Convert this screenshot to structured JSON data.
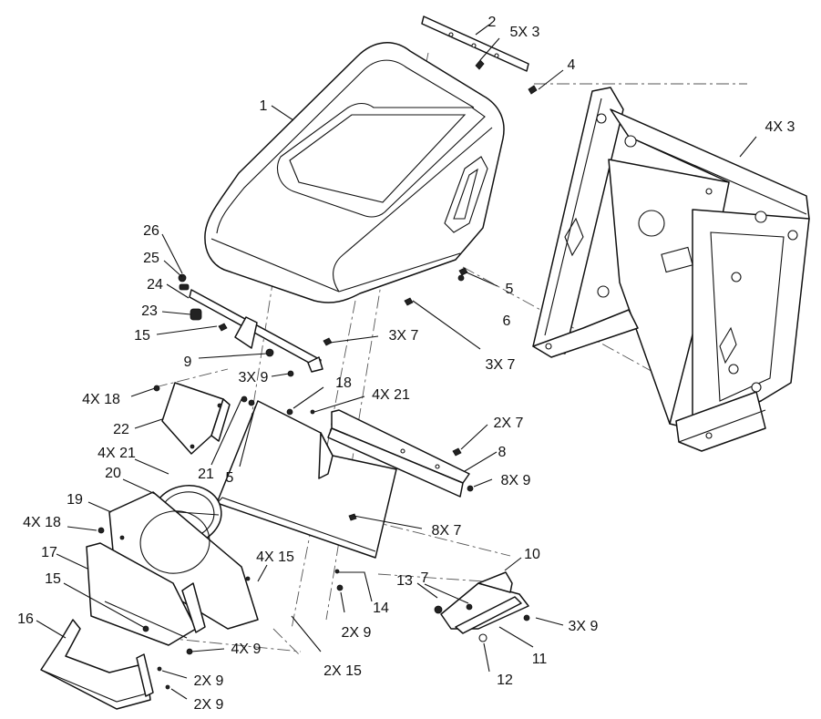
{
  "callouts": [
    {
      "id": "c1",
      "text": "1"
    },
    {
      "id": "c2",
      "text": "2"
    },
    {
      "id": "c3",
      "text": "5X 3"
    },
    {
      "id": "c4",
      "text": "4"
    },
    {
      "id": "c5",
      "text": "4X 3"
    },
    {
      "id": "c6",
      "text": "26"
    },
    {
      "id": "c7",
      "text": "25"
    },
    {
      "id": "c8",
      "text": "24"
    },
    {
      "id": "c9",
      "text": "23"
    },
    {
      "id": "c10",
      "text": "15"
    },
    {
      "id": "c11",
      "text": "3X 7"
    },
    {
      "id": "c12",
      "text": "5"
    },
    {
      "id": "c13",
      "text": "6"
    },
    {
      "id": "c14",
      "text": "3X 7"
    },
    {
      "id": "c15",
      "text": "9"
    },
    {
      "id": "c16",
      "text": "3X 9"
    },
    {
      "id": "c17",
      "text": "18"
    },
    {
      "id": "c18",
      "text": "4X 21"
    },
    {
      "id": "c19",
      "text": "4X 18"
    },
    {
      "id": "c20",
      "text": "22"
    },
    {
      "id": "c21",
      "text": "2X 7"
    },
    {
      "id": "c22",
      "text": "8"
    },
    {
      "id": "c23",
      "text": "4X 21"
    },
    {
      "id": "c24",
      "text": "21"
    },
    {
      "id": "c25",
      "text": "5"
    },
    {
      "id": "c26",
      "text": "8X 9"
    },
    {
      "id": "c27",
      "text": "20"
    },
    {
      "id": "c28",
      "text": "19"
    },
    {
      "id": "c29",
      "text": "8X 7"
    },
    {
      "id": "c30",
      "text": "4X 18"
    },
    {
      "id": "c31",
      "text": "17"
    },
    {
      "id": "c32",
      "text": "4X 15"
    },
    {
      "id": "c33",
      "text": "10"
    },
    {
      "id": "c34",
      "text": "7"
    },
    {
      "id": "c35",
      "text": "15"
    },
    {
      "id": "c36",
      "text": "13"
    },
    {
      "id": "c37",
      "text": "14"
    },
    {
      "id": "c38",
      "text": "16"
    },
    {
      "id": "c39",
      "text": "3X 9"
    },
    {
      "id": "c40",
      "text": "2X 9"
    },
    {
      "id": "c41",
      "text": "11"
    },
    {
      "id": "c42",
      "text": "4X 9"
    },
    {
      "id": "c43",
      "text": "12"
    },
    {
      "id": "c44",
      "text": "2X 15"
    },
    {
      "id": "c45",
      "text": "2X 9"
    },
    {
      "id": "c46",
      "text": "2X 9"
    }
  ]
}
